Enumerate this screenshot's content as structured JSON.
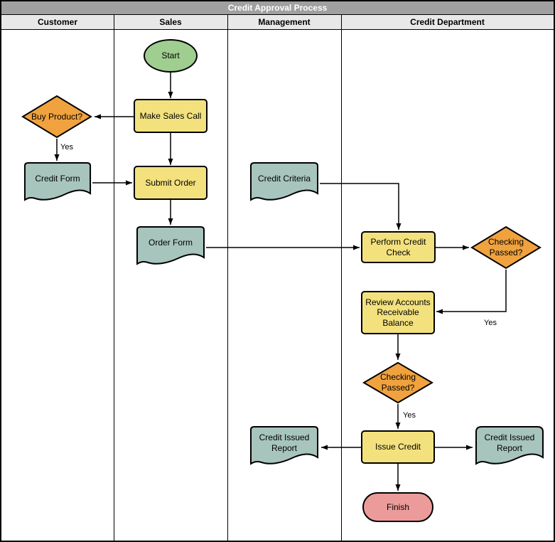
{
  "diagram_title": "Credit Approval Process",
  "lanes": [
    {
      "label": "Customer"
    },
    {
      "label": "Sales"
    },
    {
      "label": "Management"
    },
    {
      "label": "Credit Department"
    }
  ],
  "nodes": {
    "start": {
      "label": "Start",
      "type": "terminator",
      "lane": "Sales"
    },
    "make_sales_call": {
      "label": "Make Sales Call",
      "type": "process",
      "lane": "Sales"
    },
    "buy_product": {
      "label": "Buy Product?",
      "type": "decision",
      "lane": "Customer"
    },
    "credit_form": {
      "label": "Credit Form",
      "type": "document",
      "lane": "Customer"
    },
    "submit_order": {
      "label": "Submit Order",
      "type": "process",
      "lane": "Sales"
    },
    "credit_criteria": {
      "label": "Credit Criteria",
      "type": "document",
      "lane": "Management"
    },
    "order_form": {
      "label": "Order Form",
      "type": "document",
      "lane": "Sales"
    },
    "perform_credit_check": {
      "label": "Perform Credit Check",
      "type": "process",
      "lane": "Credit Department"
    },
    "checking_passed_1": {
      "label": "Checking Passed?",
      "type": "decision",
      "lane": "Credit Department"
    },
    "review_accounts": {
      "label": "Review Accounts Receivable Balance",
      "type": "process",
      "lane": "Credit Department"
    },
    "checking_passed_2": {
      "label": "Checking Passed?",
      "type": "decision",
      "lane": "Credit Department"
    },
    "issue_credit": {
      "label": "Issue Credit",
      "type": "process",
      "lane": "Credit Department"
    },
    "credit_issued_report_left": {
      "label": "Credit Issued Report",
      "type": "document",
      "lane": "Management"
    },
    "credit_issued_report_right": {
      "label": "Credit Issued Report",
      "type": "document",
      "lane": "Credit Department"
    },
    "finish": {
      "label": "Finish",
      "type": "terminator",
      "lane": "Credit Department"
    }
  },
  "edge_labels": {
    "buy_product_yes": "Yes",
    "checking_passed_1_yes": "Yes",
    "checking_passed_2_yes": "Yes"
  },
  "edges": [
    {
      "from": "start",
      "to": "make_sales_call"
    },
    {
      "from": "make_sales_call",
      "to": "buy_product"
    },
    {
      "from": "buy_product",
      "to": "credit_form",
      "label": "Yes"
    },
    {
      "from": "credit_form",
      "to": "submit_order"
    },
    {
      "from": "make_sales_call",
      "to": "submit_order"
    },
    {
      "from": "submit_order",
      "to": "order_form"
    },
    {
      "from": "order_form",
      "to": "perform_credit_check"
    },
    {
      "from": "credit_criteria",
      "to": "perform_credit_check"
    },
    {
      "from": "perform_credit_check",
      "to": "checking_passed_1"
    },
    {
      "from": "checking_passed_1",
      "to": "review_accounts",
      "label": "Yes"
    },
    {
      "from": "review_accounts",
      "to": "checking_passed_2"
    },
    {
      "from": "checking_passed_2",
      "to": "issue_credit",
      "label": "Yes"
    },
    {
      "from": "issue_credit",
      "to": "credit_issued_report_left"
    },
    {
      "from": "issue_credit",
      "to": "credit_issued_report_right"
    },
    {
      "from": "issue_credit",
      "to": "finish"
    }
  ],
  "colors": {
    "title_bar_bg": "#a0a0a0",
    "title_text": "#ffffff",
    "header_bg": "#e8e8e8",
    "process_fill": "#f3e17e",
    "decision_fill": "#f0a23e",
    "document_fill": "#a7c4bd",
    "start_fill": "#9fce90",
    "finish_fill": "#ec9b9b",
    "line": "#000000"
  }
}
